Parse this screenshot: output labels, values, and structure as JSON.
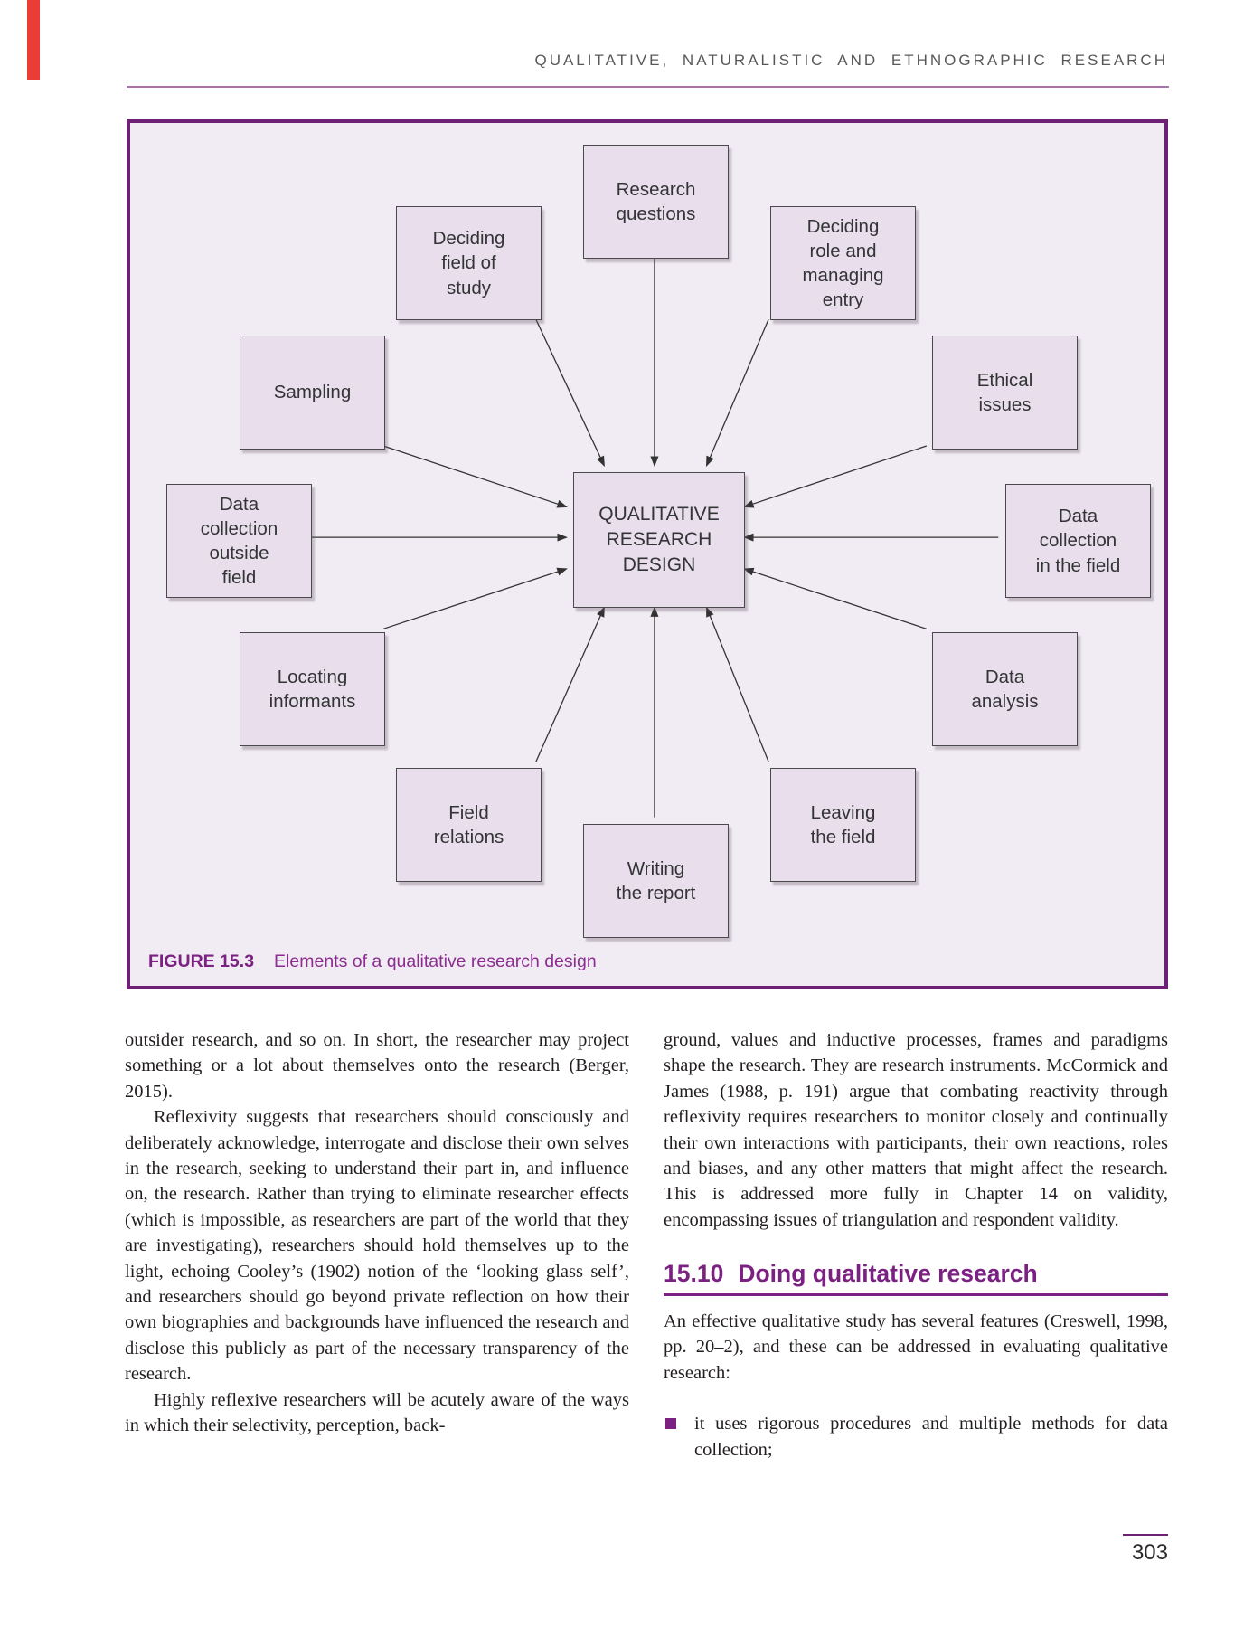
{
  "page": {
    "running_header": "QUALITATIVE, NATURALISTIC AND ETHNOGRAPHIC RESEARCH",
    "page_number": "303"
  },
  "figure": {
    "caption_label": "FIGURE 15.3",
    "caption_text": "Elements of a qualitative research design",
    "center_label": "QUALITATIVE\nRESEARCH\nDESIGN",
    "boxes": [
      {
        "label": "Research\nquestions"
      },
      {
        "label": "Deciding\nfield of\nstudy"
      },
      {
        "label": "Deciding\nrole and\nmanaging\nentry"
      },
      {
        "label": "Sampling"
      },
      {
        "label": "Ethical\nissues"
      },
      {
        "label": "Data\ncollection\noutside\nfield"
      },
      {
        "label": "Data\ncollection\nin the field"
      },
      {
        "label": "Locating\ninformants"
      },
      {
        "label": "Data\nanalysis"
      },
      {
        "label": "Field\nrelations"
      },
      {
        "label": "Leaving\nthe field"
      },
      {
        "label": "Writing\nthe report"
      }
    ]
  },
  "article": {
    "left_column": {
      "p1": "outsider research, and so on. In short, the researcher may project something or a lot about themselves onto the research (Berger, 2015).",
      "p2": "Reflexivity suggests that researchers should consciously and deliberately acknowledge, interrogate and disclose their own selves in the research, seeking to understand their part in, and influence on, the research. Rather than trying to eliminate researcher effects (which is impossible, as researchers are part of the world that they are investigating), researchers should hold themselves up to the light, echoing Cooley’s (1902) notion of the ‘looking glass self’, and researchers should go beyond private reflection on how their own biographies and backgrounds have influenced the research and disclose this publicly as part of the necessary transparency of the research.",
      "p3": "Highly reflexive researchers will be acutely aware of the ways in which their selectivity, perception, back-"
    },
    "right_column": {
      "p1": "ground, values and inductive processes, frames and paradigms shape the research. They are research instruments. McCormick and James (1988, p. 191) argue that combating reactivity through reflexivity requires researchers to monitor closely and continually their own interactions with participants, their own reactions, roles and biases, and any other matters that might affect the research. This is addressed more fully in Chapter 14 on validity, encompassing issues of triangulation and respondent validity.",
      "section_number": "15.10",
      "section_title": "Doing qualitative research",
      "p2": "An effective qualitative study has several features (Creswell, 1998, pp. 20–2), and these can be addressed in evaluating qualitative research:",
      "bullet_1": "it uses rigorous procedures and multiple methods for data collection;"
    }
  },
  "colors": {
    "accent_purple": "#7b2182",
    "panel_border_purple": "#6e2074",
    "header_rule_purple": "#a873ac",
    "panel_background": "#f1ecf3",
    "box_fill": "#e9dfec",
    "red_tab": "#e93d36",
    "body_text": "#221e1f",
    "header_text": "#57585a"
  }
}
